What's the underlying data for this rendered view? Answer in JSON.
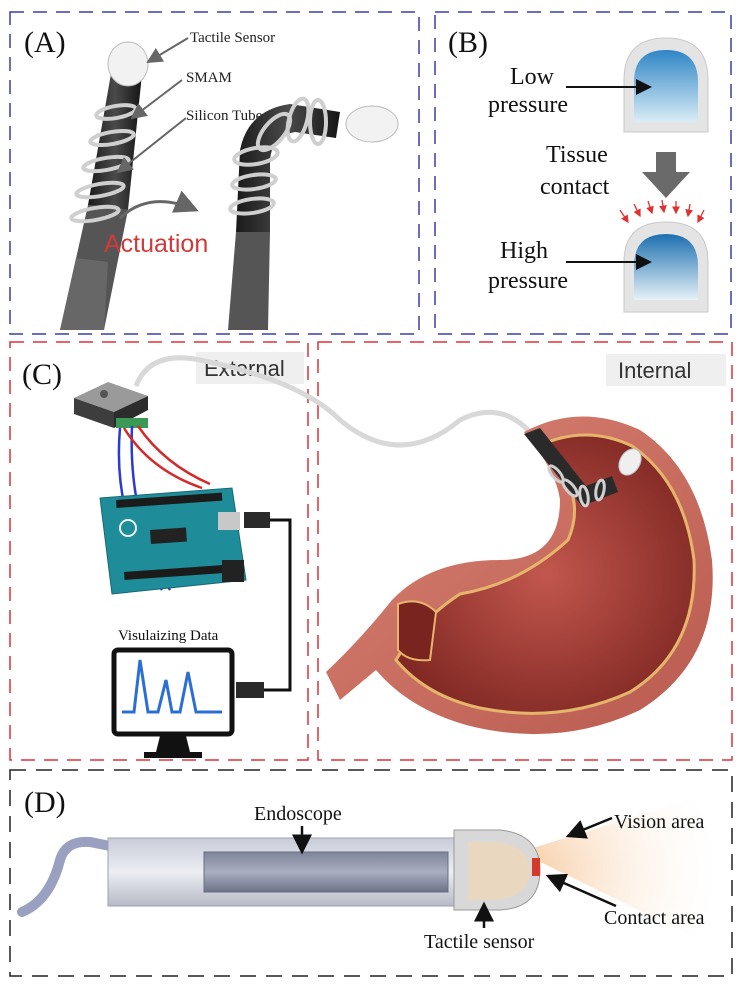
{
  "panel_a": {
    "label": "(A)",
    "tactile_sensor": "Tactile Sensor",
    "smam": "SMAM",
    "silicon_tube": "Silicon Tube",
    "actuation": "Actuation"
  },
  "panel_b": {
    "label": "(B)",
    "low_line1": "Low",
    "low_line2": "pressure",
    "tissue_line1": "Tissue",
    "tissue_line2": "contact",
    "high_line1": "High",
    "high_line2": "pressure"
  },
  "panel_c": {
    "label": "(C)",
    "external": "External",
    "internal": "Internal",
    "visualizing": "Visulaizing Data"
  },
  "panel_d": {
    "label": "(D)",
    "endoscope": "Endoscope",
    "vision_area": "Vision area",
    "contact_area": "Contact area",
    "tactile_sensor": "Tactile sensor"
  },
  "colors": {
    "blue_dash": "#3a3fa8",
    "red_dash": "#e0303a",
    "black_dash": "#222222",
    "actuation_red": "#d23a3a",
    "stomach": "#b5443e",
    "arduino": "#1e8c99"
  }
}
